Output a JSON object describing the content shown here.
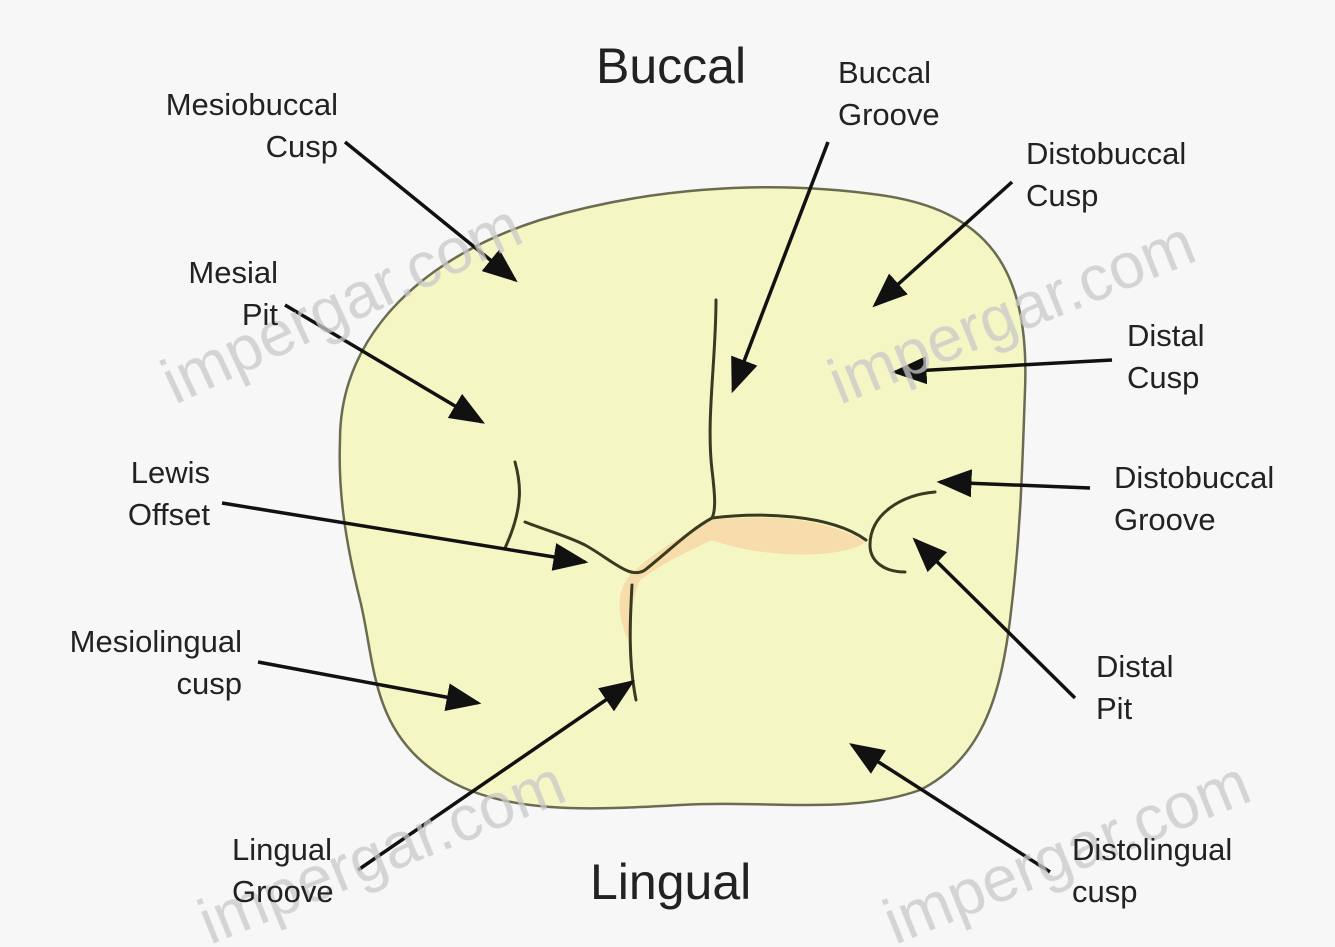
{
  "orientation": {
    "top": "Buccal",
    "bottom": "Lingual"
  },
  "labels": {
    "mesiobuccal_cusp": [
      "Mesiobuccal",
      "Cusp"
    ],
    "buccal_groove": [
      "Buccal",
      "Groove"
    ],
    "distobuccal_cusp": [
      "Distobuccal",
      "Cusp"
    ],
    "mesial_pit": [
      "Mesial",
      "Pit"
    ],
    "distal_cusp": [
      "Distal",
      "Cusp"
    ],
    "lewis_offset": [
      "Lewis",
      "Offset"
    ],
    "distobuccal_groove": [
      "Distobuccal",
      "Groove"
    ],
    "mesiolingual_cusp": [
      "Mesiolingual",
      "cusp"
    ],
    "distal_pit": [
      "Distal",
      "Pit"
    ],
    "lingual_groove": [
      "Lingual",
      "Groove"
    ],
    "distolingual_cusp": [
      "Distolingual",
      "cusp"
    ]
  },
  "watermark": "impergar.com",
  "colors": {
    "tooth_fill": "#f4f7c3",
    "tooth_outline": "#6b6b52",
    "groove_line": "#3a3a20",
    "central_fossa": "#f6d9a8",
    "arrow": "#111111",
    "text": "#222222",
    "watermark": "#c8c8c8"
  }
}
